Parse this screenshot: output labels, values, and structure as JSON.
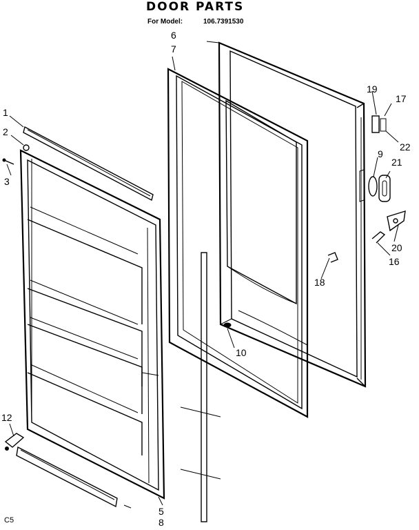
{
  "header": {
    "title": "DOOR PARTS",
    "model_label": "For Model:",
    "model_number": "106.7391530"
  },
  "footer": {
    "code": "C5"
  },
  "callouts": [
    {
      "id": "1",
      "label": "1"
    },
    {
      "id": "2",
      "label": "2"
    },
    {
      "id": "3",
      "label": "3"
    },
    {
      "id": "5",
      "label": "5"
    },
    {
      "id": "6",
      "label": "6"
    },
    {
      "id": "7",
      "label": "7"
    },
    {
      "id": "8",
      "label": "8"
    },
    {
      "id": "9",
      "label": "9"
    },
    {
      "id": "10",
      "label": "10"
    },
    {
      "id": "12",
      "label": "12"
    },
    {
      "id": "16",
      "label": "16"
    },
    {
      "id": "17",
      "label": "17"
    },
    {
      "id": "18",
      "label": "18"
    },
    {
      "id": "19",
      "label": "19"
    },
    {
      "id": "20",
      "label": "20"
    },
    {
      "id": "21",
      "label": "21"
    },
    {
      "id": "22",
      "label": "22"
    }
  ]
}
